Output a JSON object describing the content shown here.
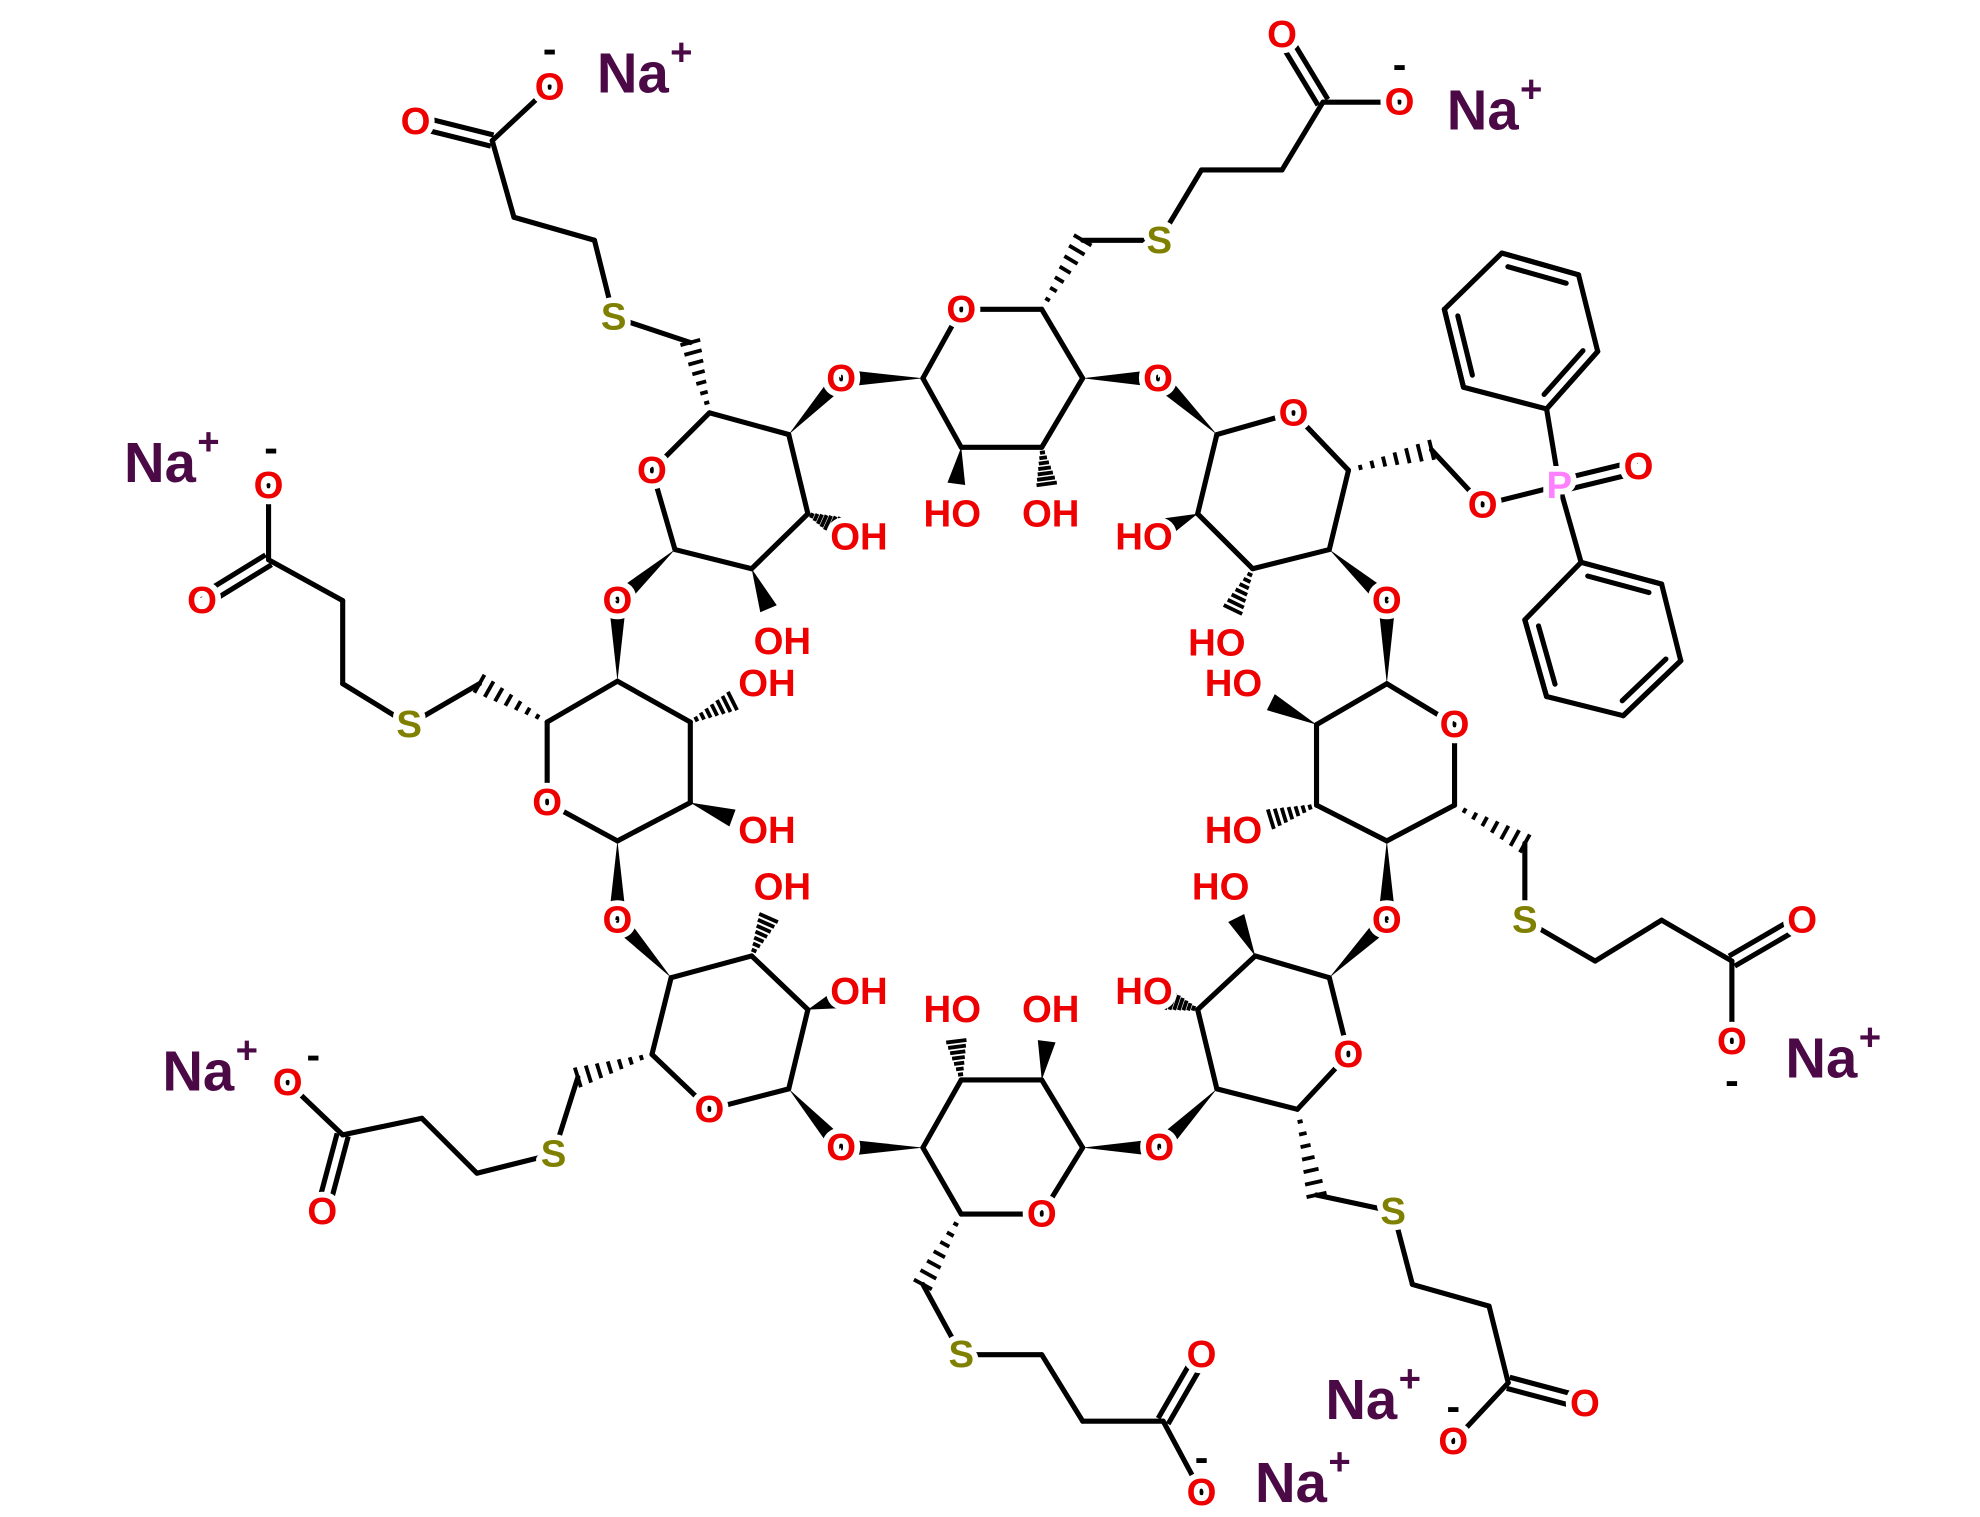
{
  "title": "Sugammadex-related cyclodextrin sodium salt structure",
  "atoms": {
    "O": "O",
    "OH": "OH",
    "HO": "HO",
    "S": "S",
    "P": "P",
    "Na": "Na",
    "plus": "+",
    "minus": "-"
  },
  "colors": {
    "bond": "#000000",
    "oxygen": "#ee0000",
    "sulfur": "#808000",
    "phosphorus": "#ff80ff",
    "sodium": "#4b0a45"
  }
}
